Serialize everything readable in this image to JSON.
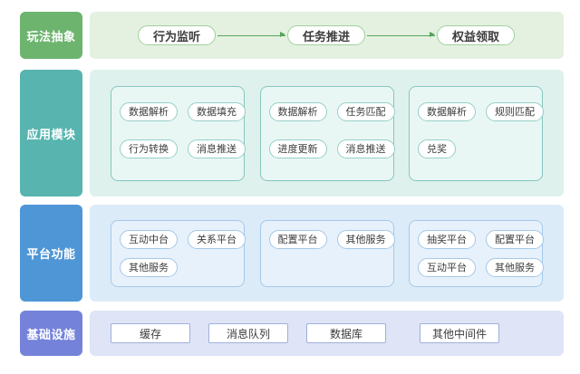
{
  "colors": {
    "abstraction_label_bg": "#6db46f",
    "modules_label_bg": "#58b4af",
    "platform_label_bg": "#4f96d6",
    "infrastructure_label_bg": "#7482da",
    "abstraction_panel_bg": "#e4f1e0",
    "modules_panel_bg": "#def1ed",
    "platform_panel_bg": "#dcebf8",
    "infrastructure_panel_bg": "#dfe4f6",
    "arrow_green": "#55a35c"
  },
  "rows": {
    "abstraction": {
      "label": "玩法抽象",
      "steps": [
        "行为监听",
        "任务推进",
        "权益领取"
      ]
    },
    "modules": {
      "label": "应用模块",
      "groups": [
        {
          "pills": [
            "数据解析",
            "数据填充",
            "行为转换",
            "消息推送"
          ]
        },
        {
          "pills": [
            "数据解析",
            "任务匹配",
            "进度更新",
            "消息推送"
          ]
        },
        {
          "pills": [
            "数据解析",
            "规则匹配",
            "兑奖"
          ]
        }
      ]
    },
    "platform": {
      "label": "平台功能",
      "groups": [
        {
          "pills": [
            "互动中台",
            "关系平台",
            "其他服务"
          ]
        },
        {
          "pills": [
            "配置平台",
            "其他服务"
          ]
        },
        {
          "pills": [
            "抽奖平台",
            "配置平台",
            "互动平台",
            "其他服务"
          ]
        }
      ]
    },
    "infrastructure": {
      "label": "基础设施",
      "items": [
        "缓存",
        "消息队列",
        "数据库",
        "其他中间件"
      ]
    }
  }
}
